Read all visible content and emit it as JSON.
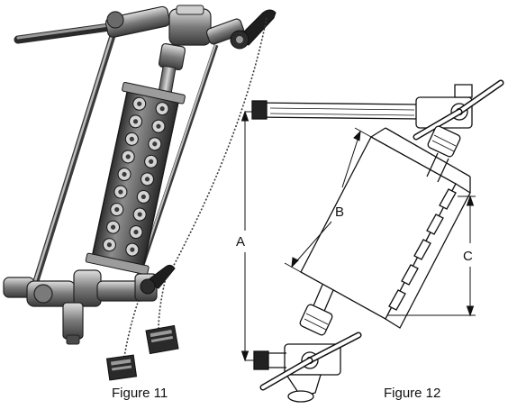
{
  "figures": [
    {
      "caption": "Figure 11"
    },
    {
      "caption": "Figure 12"
    }
  ],
  "dimensions": {
    "a": "A",
    "b": "B",
    "c": "C"
  },
  "colors": {
    "ink": "#111111",
    "metal_dark": "#3a3a3a",
    "metal_mid": "#8a8a8a",
    "metal_light": "#d9d9d9"
  }
}
